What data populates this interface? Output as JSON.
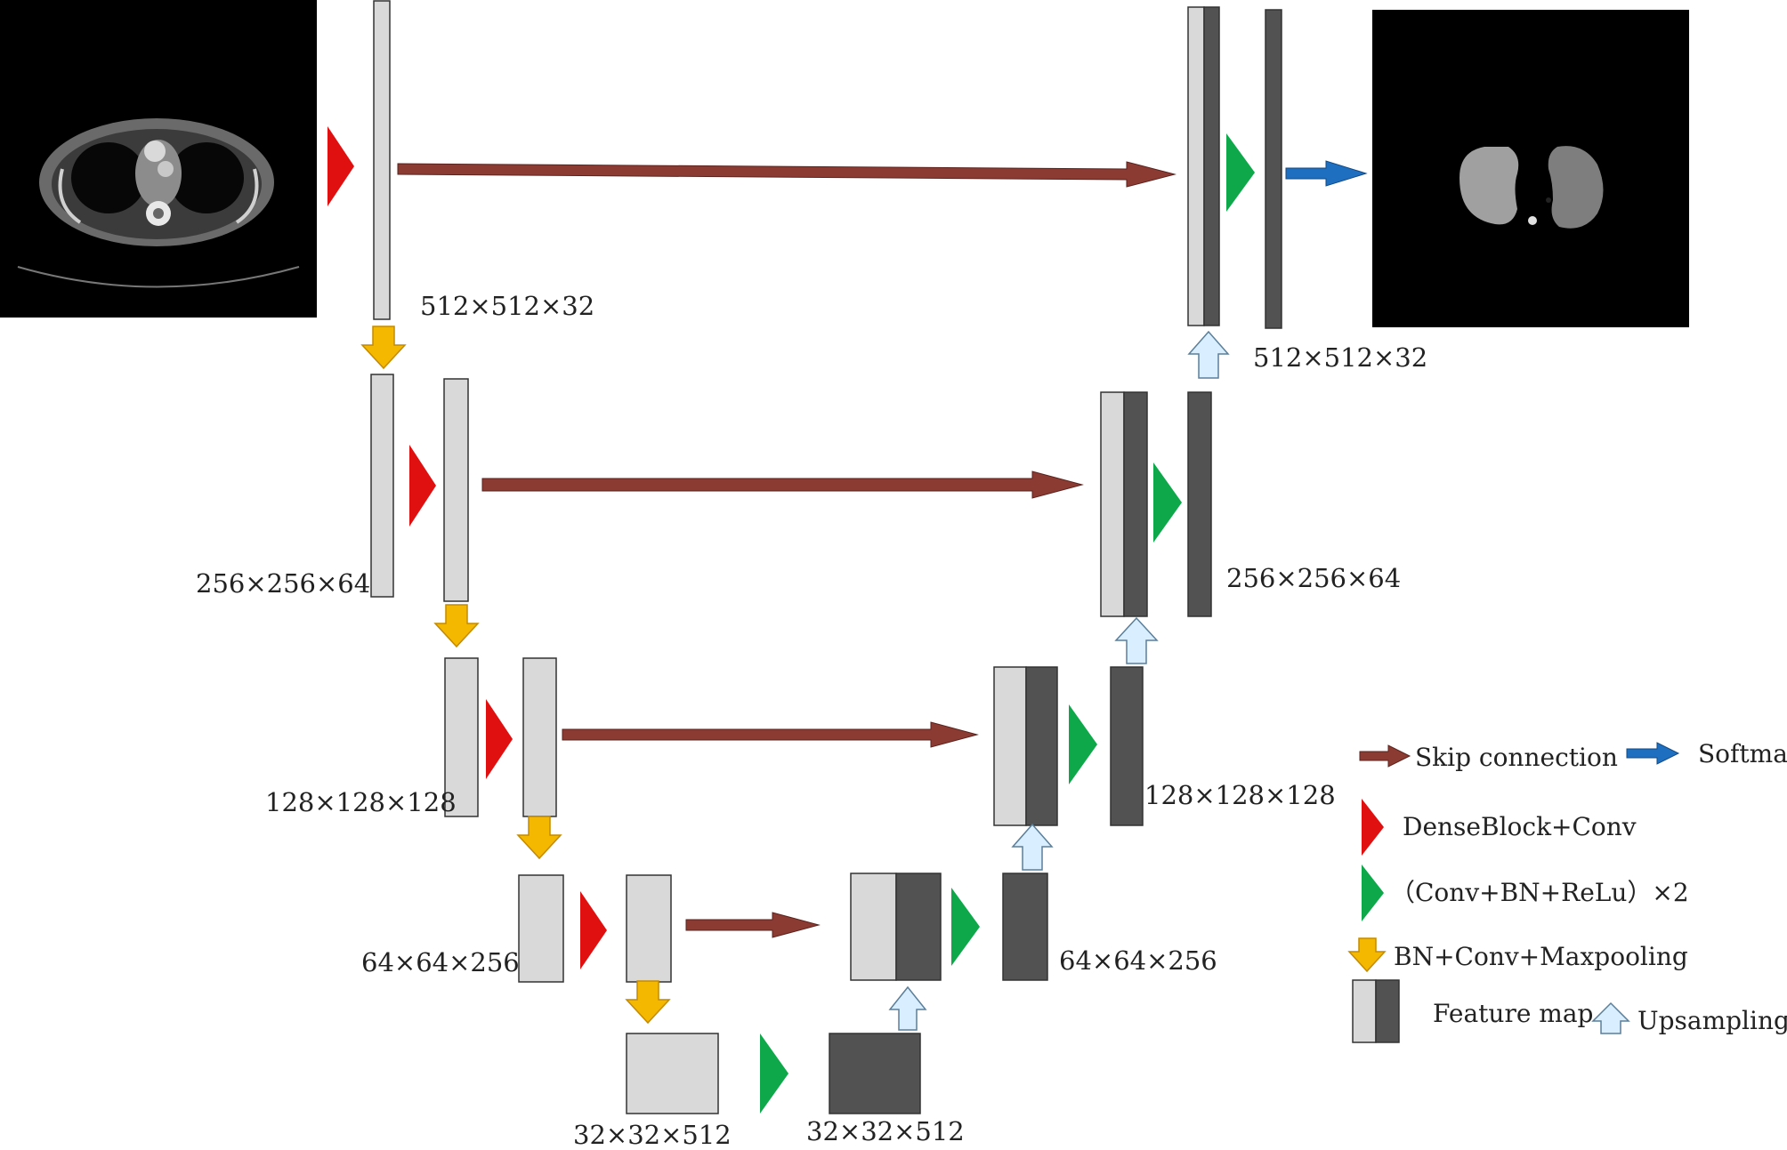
{
  "colors": {
    "skip_arrow": "#8c3b33",
    "softmax_arrow": "#1f6fc0",
    "denseblock_triangle": "#e01010",
    "convblock_triangle": "#0ea84a",
    "pool_arrow": "#f5b800",
    "upsample_arrow": "#d9efff",
    "feature_map_light": "#d9d9d9",
    "feature_map_dark": "#525252",
    "outline": "#333333"
  },
  "encoder": {
    "level1_label": "512×512×32",
    "level2_label": "256×256×64",
    "level3_label": "128×128×128",
    "level4_label": "64×64×256",
    "bottleneck_in_label": "32×32×512"
  },
  "decoder": {
    "bottleneck_out_label": "32×32×512",
    "level4_label": "64×64×256",
    "level3_label": "128×128×128",
    "level2_label": "256×256×64",
    "level1_label": "512×512×32"
  },
  "images": {
    "input": "chest-ct-slice",
    "output": "lung-segmentation-mask"
  },
  "legend": {
    "skip_connection": "Skip connection",
    "softmax": "Softmax",
    "denseblock_conv": "DenseBlock+Conv",
    "conv_bn_relu": "（Conv+BN+ReLu）×2",
    "bn_conv_maxpooling": "BN+Conv+Maxpooling",
    "feature_map": "Feature map",
    "upsampling": "Upsampling"
  }
}
